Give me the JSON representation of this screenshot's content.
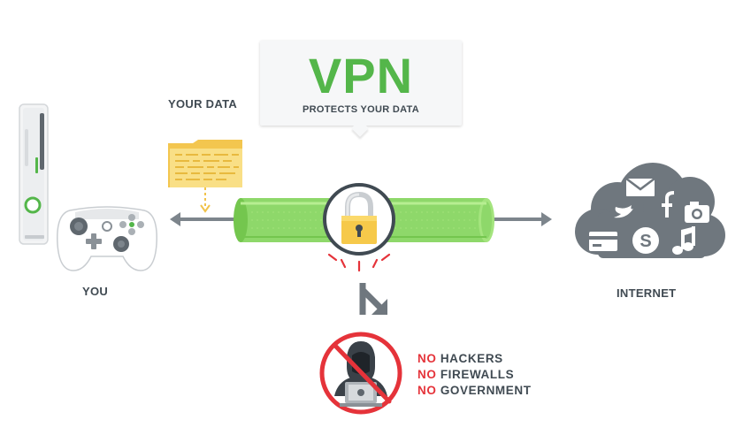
{
  "callout": {
    "title": "VPN",
    "subtitle": "PROTECTS YOUR DATA"
  },
  "labels": {
    "your_data": "YOUR DATA",
    "you": "YOU",
    "internet": "INTERNET"
  },
  "threats": [
    {
      "prefix": "NO",
      "text": "HACKERS"
    },
    {
      "prefix": "NO",
      "text": "FIREWALLS"
    },
    {
      "prefix": "NO",
      "text": "GOVERNMENT"
    }
  ],
  "colors": {
    "accent_green": "#54b64a",
    "tunnel_green": "#8ed86a",
    "lock_yellow": "#f6c94a",
    "danger_red": "#e5333a",
    "text_dark": "#404a52",
    "device_gray": "#7d858c",
    "folder_yellow": "#f7d97a"
  },
  "icons": [
    "console-icon",
    "gamepad-icon",
    "folder-icon",
    "padlock-icon",
    "hacker-icon",
    "cloud-icon",
    "mail-icon",
    "twitter-icon",
    "facebook-icon",
    "camera-icon",
    "credit-card-icon",
    "skype-icon",
    "music-icon"
  ]
}
